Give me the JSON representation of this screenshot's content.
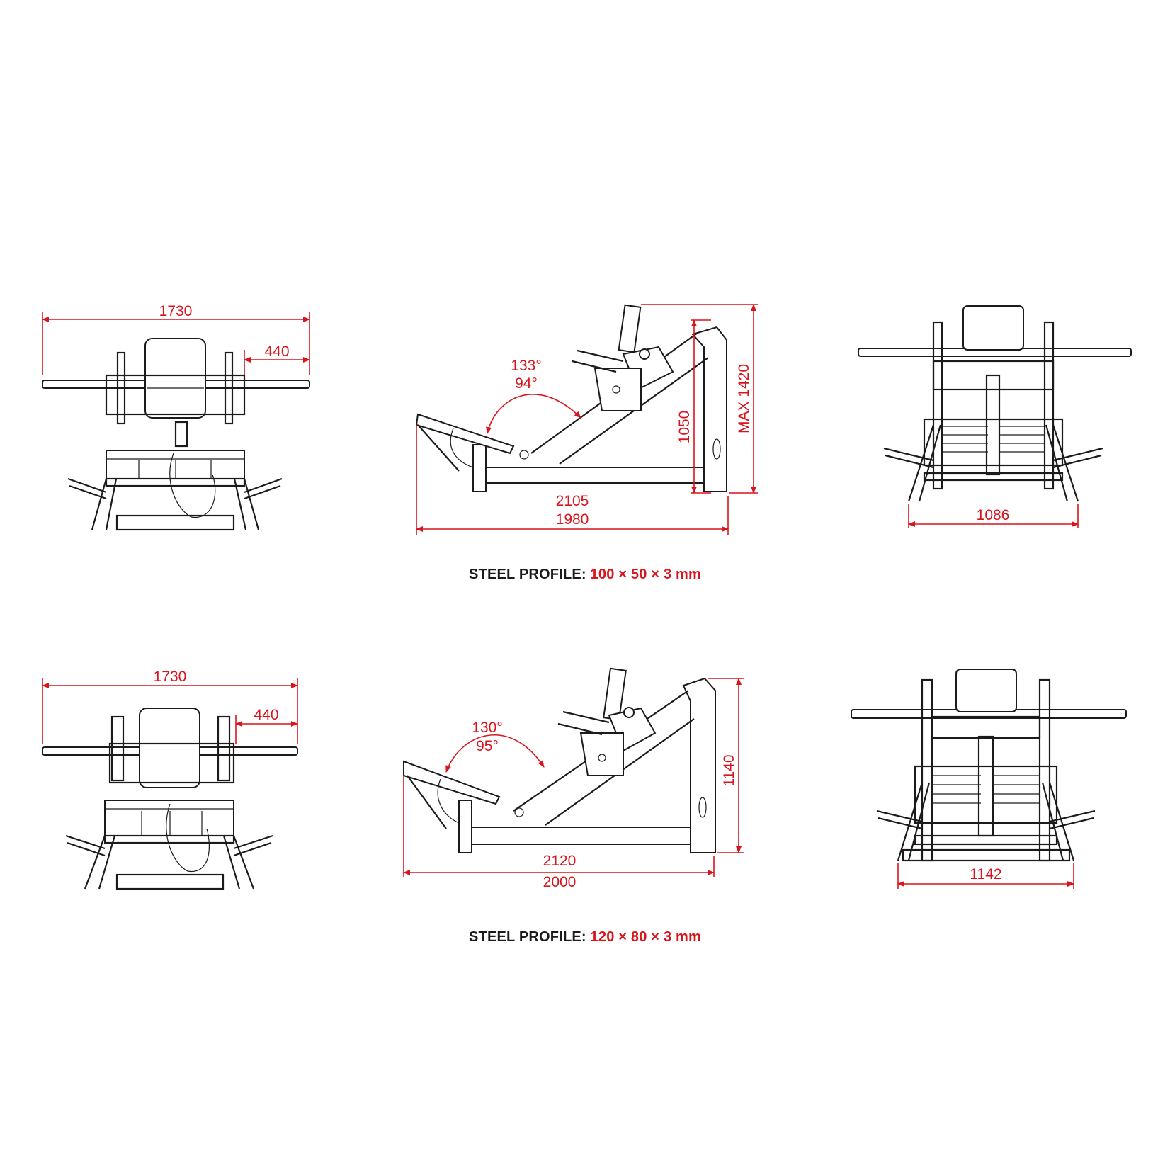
{
  "colors": {
    "dimension": "#d8141c",
    "drawing": "#1b1b1b",
    "background": "#ffffff",
    "divider": "#dcdcdc"
  },
  "variants": [
    {
      "front_view": {
        "overall_width": "1730",
        "bar_length": "440"
      },
      "side_view": {
        "angle_open": "133°",
        "angle_closed": "94°",
        "height": "1050",
        "max_height": "MAX 1420",
        "length_outer": "2105",
        "length_inner": "1980"
      },
      "rear_view": {
        "width": "1086"
      },
      "steel_profile": {
        "label": "STEEL PROFILE:",
        "value": "100 × 50 × 3 mm"
      }
    },
    {
      "front_view": {
        "overall_width": "1730",
        "bar_length": "440"
      },
      "side_view": {
        "angle_open": "130°",
        "angle_closed": "95°",
        "height": "1140",
        "length_outer": "2120",
        "length_inner": "2000"
      },
      "rear_view": {
        "width": "1142"
      },
      "steel_profile": {
        "label": "STEEL PROFILE:",
        "value": "120 × 80 × 3 mm"
      }
    }
  ]
}
